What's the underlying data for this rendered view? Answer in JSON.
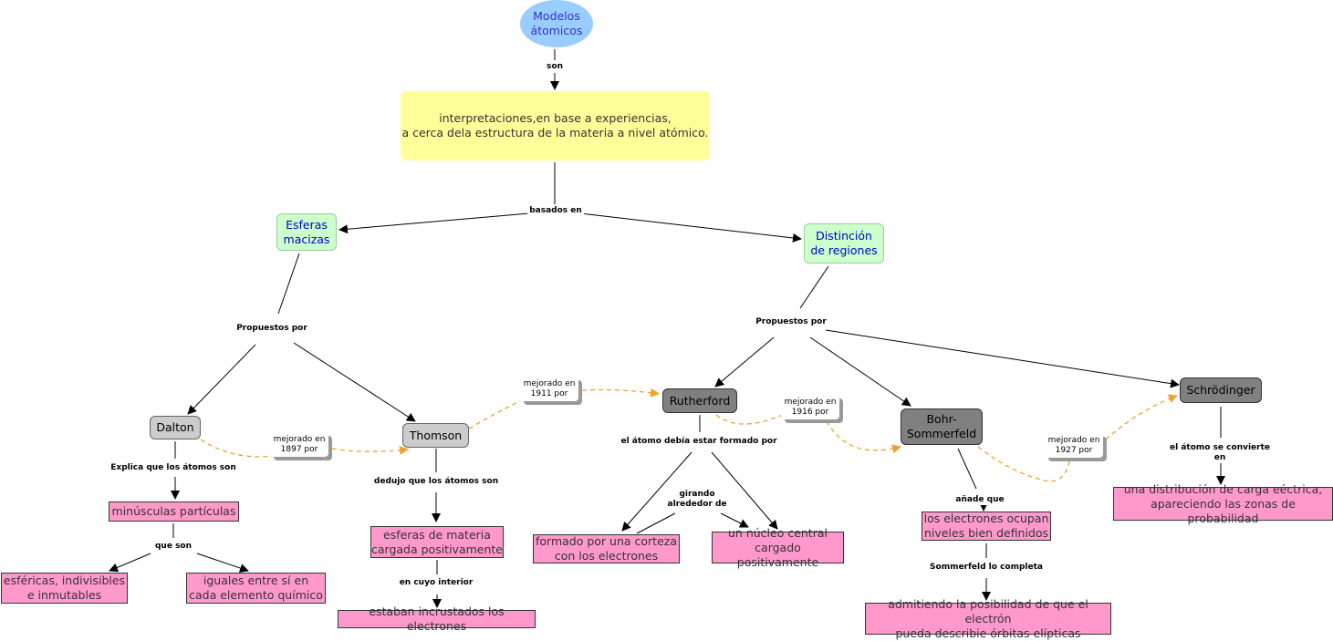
{
  "nodes": {
    "modelos": "Modelos\nátomicos",
    "interpretaciones": "interpretaciones,en base a experiencias,\na cerca dela estructura de la materia a nivel atómico.",
    "esferas": "Esferas\nmacizas",
    "distincion": "Distinción\nde regiones",
    "dalton": "Dalton",
    "thomson": "Thomson",
    "rutherford": "Rutherford",
    "bohr": "Bohr-\nSommerfeld",
    "schrodinger": "Schrödinger",
    "minusculas": "minúsculas partículas",
    "esfericas": "esféricas, indivisibles\ne inmutables",
    "iguales": "iguales entre sí en\ncada elemento químico",
    "esferas_materia": "esferas de materia\ncargada positivamente",
    "incrustados": "estaban incrustados los electrones",
    "corteza": "formado por una corteza\ncon los electrones",
    "nucleo": "un núcleo central\ncargado positivamente",
    "niveles": "los electrones ocupan\nniveles bien definidos",
    "elipticas": "admitiendo la posibilidad de que el electrón\npueda describie órbitas elípticas",
    "distribucion": "una distribución de carga eéctrica,\napareciendo las zonas de probabilidad"
  },
  "notes": {
    "m1911": "mejorado en\n1911 por",
    "m1897": "mejorado en\n1897 por",
    "m1916": "mejorado en\n1916 por",
    "m1927": "mejorado en\n1927 por"
  },
  "labels": {
    "son": "son",
    "basados": "basados en",
    "prop_left": "Propuestos por",
    "prop_right": "Propuestos por",
    "explica": "Explica que los átomos son",
    "que_son": "que son",
    "dedujo": "dedujo que los átomos son",
    "cuyo": "en cuyo interior",
    "debia": "el átomo debía estar formado por",
    "girando": "girando\nalrededor de",
    "anade": "añade que",
    "sommerfeld": "Sommerfeld lo completa",
    "convierte": "el átomo se convierte en"
  },
  "colors": {
    "ellipse": "#99ccff",
    "yellow": "#ffff99",
    "green": "#ccffcc",
    "pink": "#ff99cc",
    "gray_light": "#cccccc",
    "gray_dark": "#808080",
    "dashed_link": "#f0a030"
  }
}
